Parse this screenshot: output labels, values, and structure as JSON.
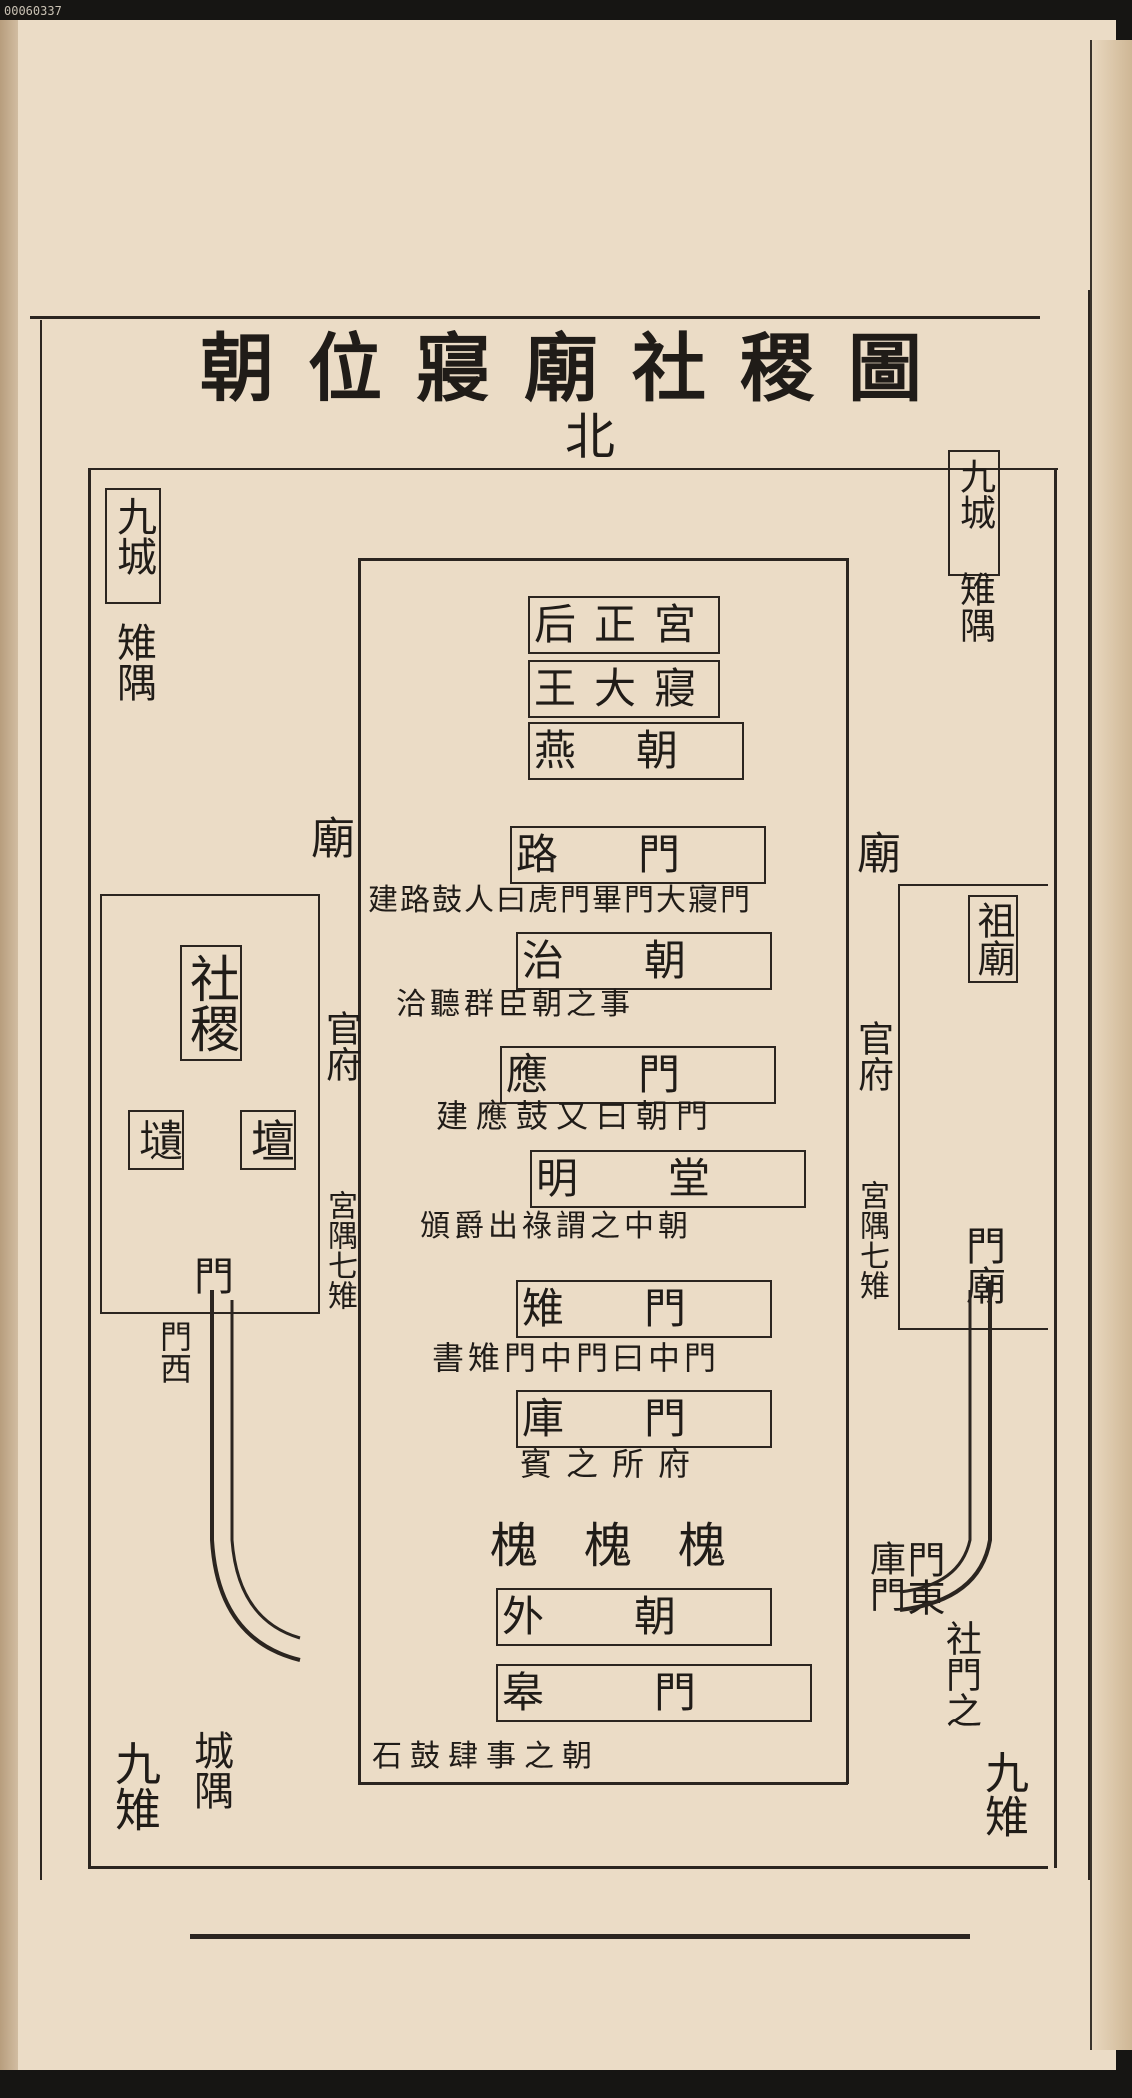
{
  "title": "朝位寢廟社稷圖",
  "north": "北",
  "corners": {
    "top_left": "九城 雉隅",
    "top_right": "九城 雉隅",
    "bottom_left_1": "九雉",
    "bottom_left_2": "城隅",
    "bottom_right_1": "九雉",
    "bottom_right_2": "社門之"
  },
  "left_block": {
    "temple_label": "廟",
    "sheji": "社稷",
    "tan": "壇",
    "wei": "壝",
    "gate": "門",
    "west_gate": "門西"
  },
  "right_block": {
    "temple_label": "廟",
    "zu_label": "祖廟",
    "gate": "門廟",
    "east_gate": "門東"
  },
  "sides": {
    "left_office": "官府",
    "left_palace": "宮隅七雉",
    "right_office": "官府",
    "right_palace": "宮隅七雉",
    "right_ku": "庫門"
  },
  "center": {
    "houzheng": "后正宮",
    "wangdaqin": "王大寢",
    "yanchao": "燕朝",
    "lumen": "路門",
    "zhichao": "治朝",
    "yingmen": "應門",
    "mingtang": "明堂",
    "zhimen": "雉門",
    "kumen": "庫門",
    "huai": "槐槐槐",
    "waichao": "外朝",
    "gaomen": "皋門"
  },
  "notes": {
    "n1": "書雉門中門曰中門",
    "n2": "建應鼓又曰朝門",
    "n3": "賓之所府",
    "n4": "石鼓肆事之朝",
    "n5": "建路鼓人曰虎門畢門大寢門",
    "n6": "洽聽群臣朝之事",
    "n7": "頒爵出祿謂之中朝"
  }
}
